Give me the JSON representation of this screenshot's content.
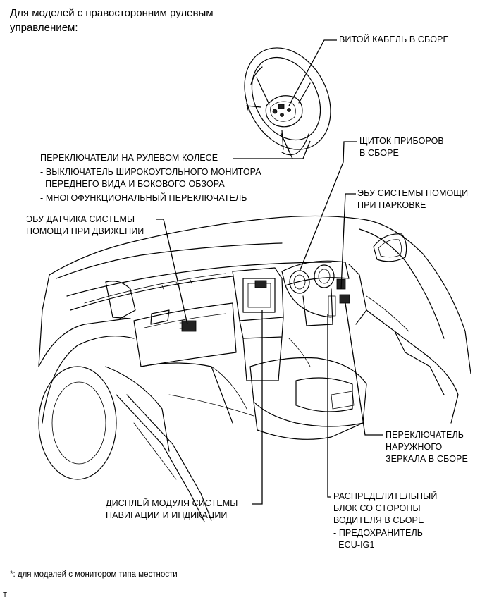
{
  "heading": "Для моделей с правосторонним рулевым\nуправлением:",
  "labels": {
    "spiral_cable": "ВИТОЙ КАБЕЛЬ В СБОРЕ",
    "instrument_panel": "ЩИТОК ПРИБОРОВ\nВ СБОРЕ",
    "steering_switches_title": "ПЕРЕКЛЮЧАТЕЛИ НА РУЛЕВОМ КОЛЕСЕ",
    "steering_switch_item1": "- ВЫКЛЮЧАТЕЛЬ ШИРОКОУГОЛЬНОГО МОНИТОРА\n  ПЕРЕДНЕГО ВИДА И БОКОВОГО ОБЗОРА",
    "steering_switch_item2": "- МНОГОФУНКЦИОНАЛЬНЫЙ ПЕРЕКЛЮЧАТЕЛЬ",
    "parking_assist_ecu": "ЭБУ СИСТЕМЫ ПОМОЩИ\nПРИ ПАРКОВКЕ",
    "driving_support_ecu": "ЭБУ ДАТЧИКА СИСТЕМЫ\nПОМОЩИ ПРИ ДВИЖЕНИИ",
    "mirror_switch": "ПЕРЕКЛЮЧАТЕЛЬ\nНАРУЖНОГО\nЗЕРКАЛА В СБОРЕ",
    "junction_block": "РАСПРЕДЕЛИТЕЛЬНЫЙ\nБЛОК СО СТОРОНЫ\nВОДИТЕЛЯ В СБОРЕ",
    "junction_block_item": "- ПРЕДОХРАНИТЕЛЬ\n  ECU-IG1",
    "display": "ДИСПЛЕЙ МОДУЛЯ СИСТЕМЫ\nНАВИГАЦИИ И ИНДИКАЦИИ"
  },
  "footnote": "*: для моделей с монитором типа местности",
  "corner_mark": "T"
}
